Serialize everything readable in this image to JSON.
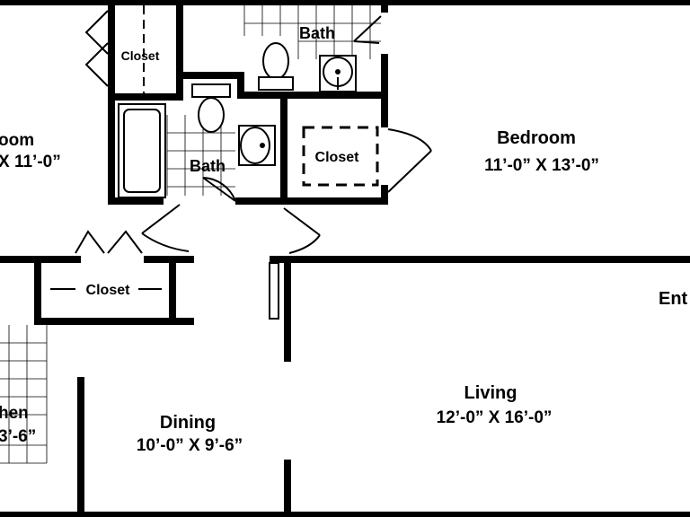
{
  "labels": {
    "bedroom_left_name": "oom",
    "bedroom_left_size": "X 11’-0”",
    "closet_top": "Closet",
    "bath_top": "Bath",
    "bath_middle": "Bath",
    "closet_bedroom": "Closet",
    "bedroom_right_name": "Bedroom",
    "bedroom_right_size": "11’-0” X 13’-0”",
    "closet_hall": "Closet",
    "entry": "Ent",
    "living_name": "Living",
    "living_size": "12’-0” X 16’-0”",
    "kitchen_name": "hen",
    "kitchen_size": "3’-6”",
    "dining_name": "Dining",
    "dining_size": "10’-0” X 9’-6”"
  }
}
